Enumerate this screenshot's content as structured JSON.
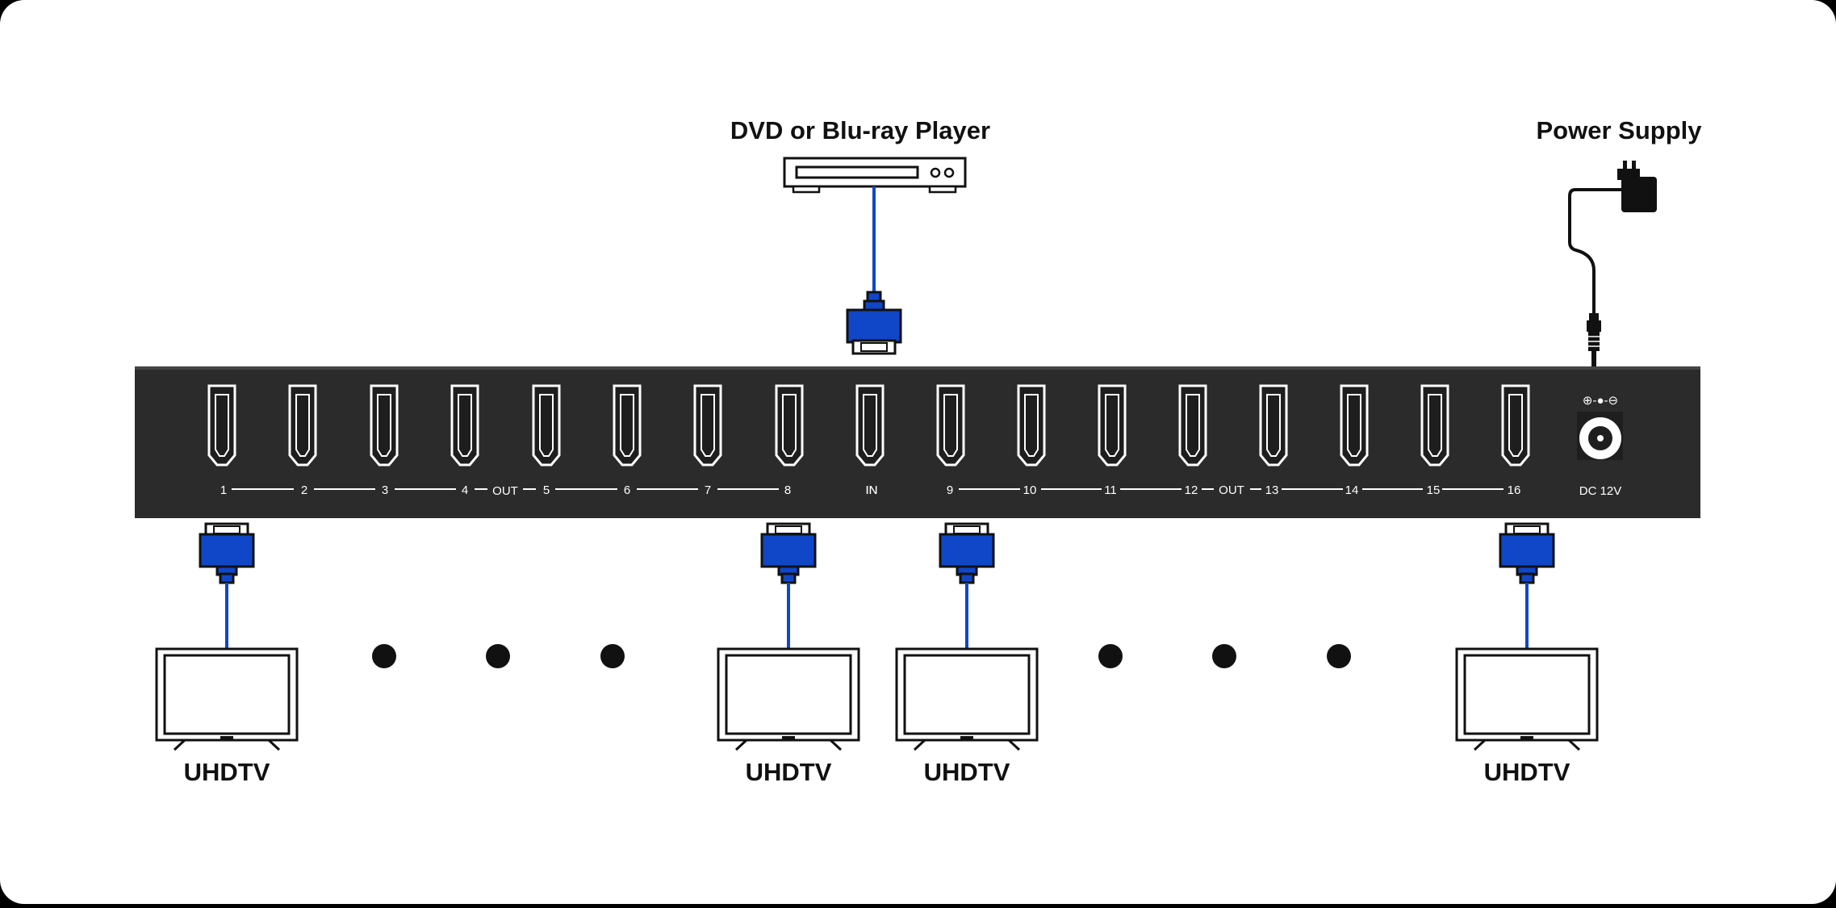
{
  "labels": {
    "source": "DVD or Blu-ray Player",
    "power": "Power Supply",
    "tv": "UHDTV",
    "out": "OUT",
    "in": "IN",
    "dc_symbol": "⊕-●-⊖",
    "dc": "DC 12V"
  },
  "ports": [
    "1",
    "2",
    "3",
    "4",
    "5",
    "6",
    "7",
    "8",
    "IN",
    "9",
    "10",
    "11",
    "12",
    "13",
    "14",
    "15",
    "16"
  ],
  "colors": {
    "background": "#ffffff",
    "panel": "#2b2b2b",
    "connector": "#1047c8",
    "cable": "#1047c8",
    "outline": "#111111"
  }
}
